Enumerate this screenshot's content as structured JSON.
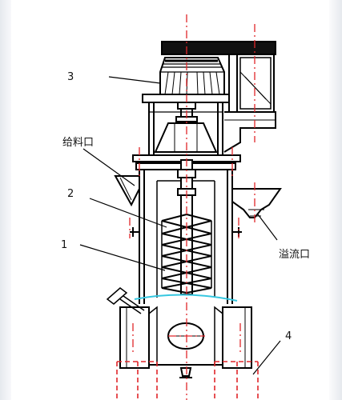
{
  "labels": {
    "part_3": "3",
    "feed_inlet": "给料口",
    "part_2": "2",
    "part_1": "1",
    "overflow_outlet": "溢流口",
    "part_4": "4"
  },
  "colors": {
    "line": "#000000",
    "centerline": "#e0262a",
    "slurry": "#36c7e0",
    "background": "#ffffff"
  }
}
